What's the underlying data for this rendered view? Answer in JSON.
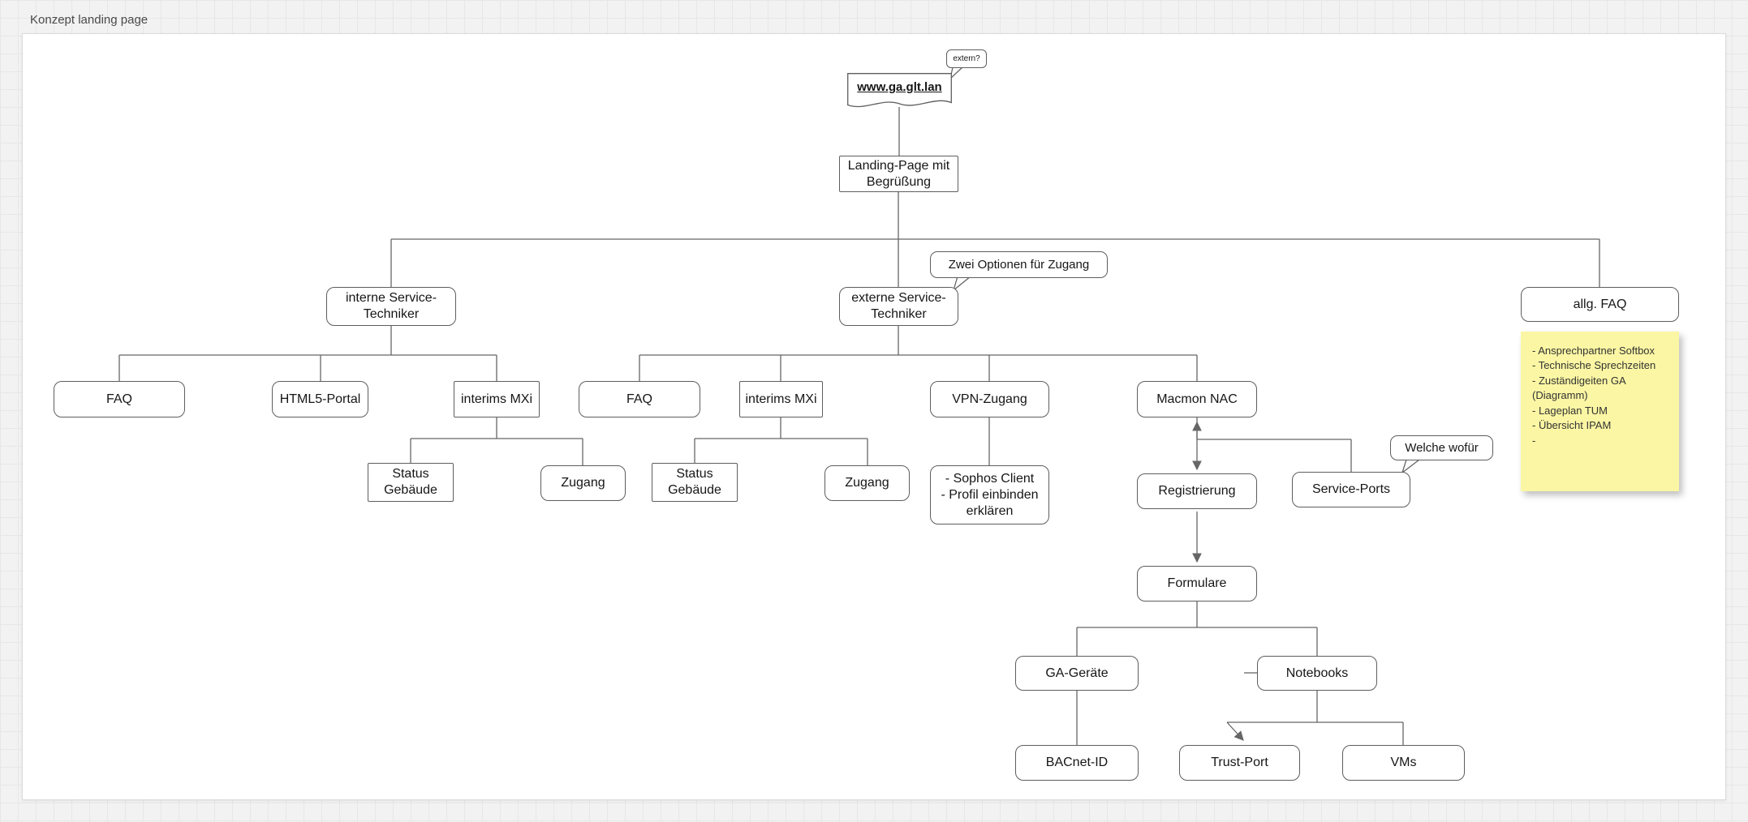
{
  "page": {
    "title": "Konzept landing page"
  },
  "colors": {
    "workspace_bg": "#f2f2f2",
    "canvas_bg": "#ffffff",
    "connector": "#666666",
    "sticky_note": "#fbf6a3"
  },
  "bubbles": {
    "extern": "extern?",
    "options": "Zwei Optionen für Zugang",
    "which_for": "Welche wofür"
  },
  "nodes": {
    "url": "www.ga.glt.lan",
    "landing": "Landing-Page mit Begrüßung",
    "interne": "interne Service-Techniker",
    "externe": "externe Service-Techniker",
    "allg_faq": "allg. FAQ",
    "faq_interne": "FAQ",
    "html5_portal": "HTML5-Portal",
    "interims_mxi_interne": "interims MXi",
    "status_gebaeude_interne": "Status Gebäude",
    "zugang_interne": "Zugang",
    "faq_externe": "FAQ",
    "interims_mxi_externe": "interims MXi",
    "status_gebaeude_externe": "Status Gebäude",
    "zugang_externe": "Zugang",
    "vpn_zugang": "VPN-Zugang",
    "sophos_lines": [
      "- Sophos Client",
      "- Profil einbinden erklären"
    ],
    "macmon_nac": "Macmon NAC",
    "registrierung": "Registrierung",
    "service_ports": "Service-Ports",
    "formulare": "Formulare",
    "ga_geraete": "GA-Geräte",
    "notebooks": "Notebooks",
    "bacnet_id": "BACnet-ID",
    "trust_port": "Trust-Port",
    "vms": "VMs"
  },
  "sticky_note": {
    "lines": [
      "- Ansprechpartner Softbox",
      "- Technische Sprechzeiten",
      "- Zuständigeiten GA",
      "(Diagramm)",
      "- Lageplan TUM",
      "- Übersicht IPAM",
      "-"
    ]
  }
}
